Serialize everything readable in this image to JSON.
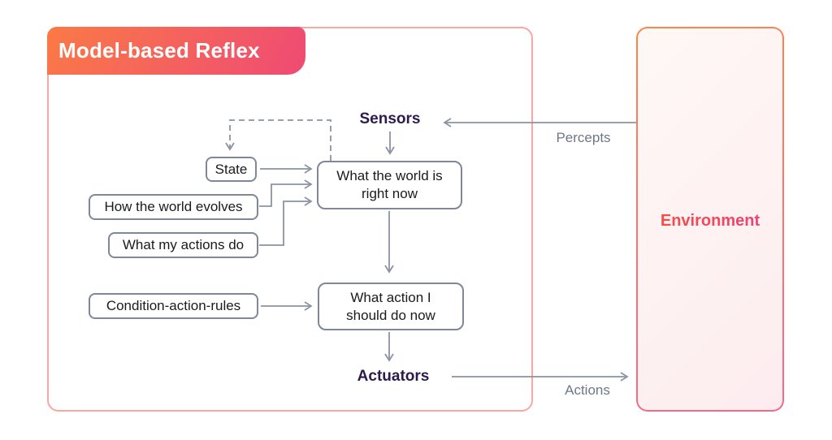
{
  "agent": {
    "title": "Model-based Reflex",
    "sensors_label": "Sensors",
    "actuators_label": "Actuators",
    "boxes": {
      "state": "State",
      "evolves": "How the world evolves",
      "actions_do": "What my actions do",
      "rules": "Condition-action-rules",
      "world_line1": "What the world is",
      "world_line2": "right now",
      "action_line1": "What action I",
      "action_line2": "should do now"
    }
  },
  "environment": {
    "label": "Environment"
  },
  "flows": {
    "percepts": "Percepts",
    "actions": "Actions"
  },
  "colors": {
    "badge_gradient_start": "#fa7a46",
    "badge_gradient_end": "#ef4a74",
    "agent_border": "#fca5a3",
    "env_border_gradient_start": "#f9854d",
    "env_border_gradient_end": "#f5688e",
    "env_fill_start": "#fef8f5",
    "env_fill_end": "#fdecef",
    "env_text_gradient_start": "#f4503c",
    "env_text_gradient_end": "#f03e7d",
    "arrow_gray": "#8a93a4",
    "box_border": "#7e8899",
    "box_text": "#1b1b1b",
    "port_label_color": "#2d1a4e",
    "flow_label_color": "#6f7787"
  }
}
